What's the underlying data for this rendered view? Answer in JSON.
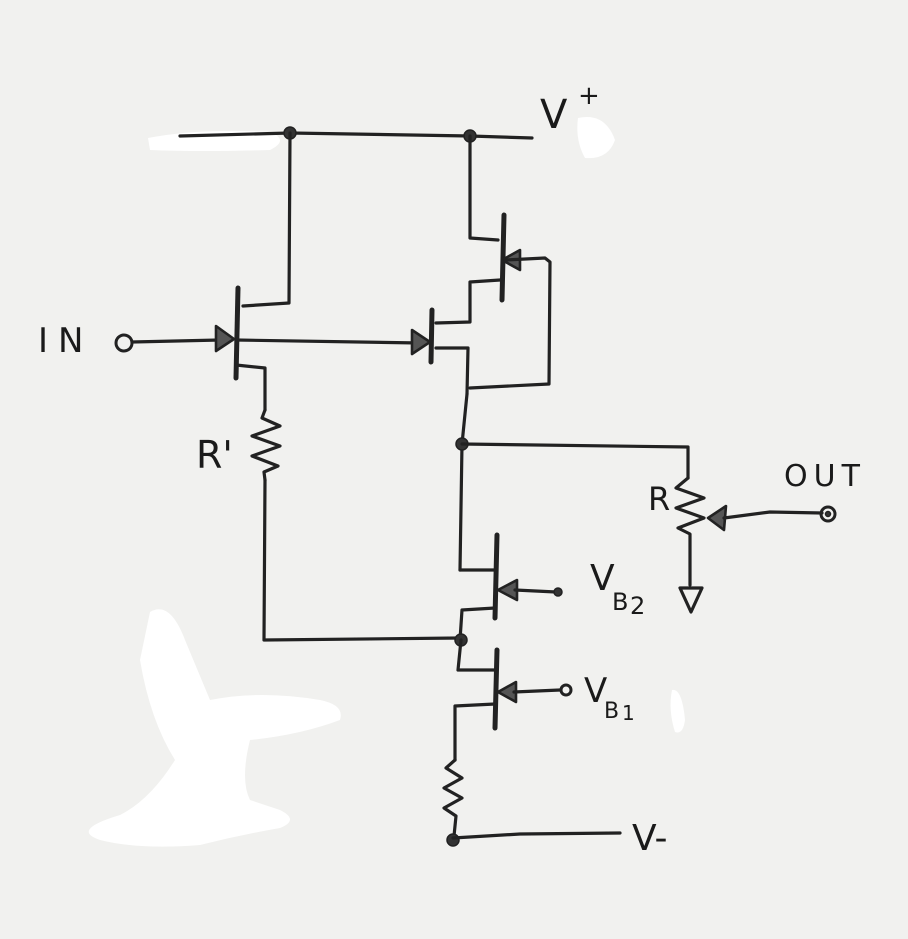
{
  "labels": {
    "vplus": "V",
    "vplus_sup": "+",
    "vminus": "V-",
    "input": "IN",
    "output": "OUT",
    "r_prime": "R'",
    "r": "R",
    "vb2_main": "V",
    "vb2_sub": "B",
    "vb2_num": "2",
    "vb1_main": "V",
    "vb1_sub": "B",
    "vb1_num": "1"
  },
  "colors": {
    "paper": "#f1f1ef",
    "ink": "#222222"
  }
}
